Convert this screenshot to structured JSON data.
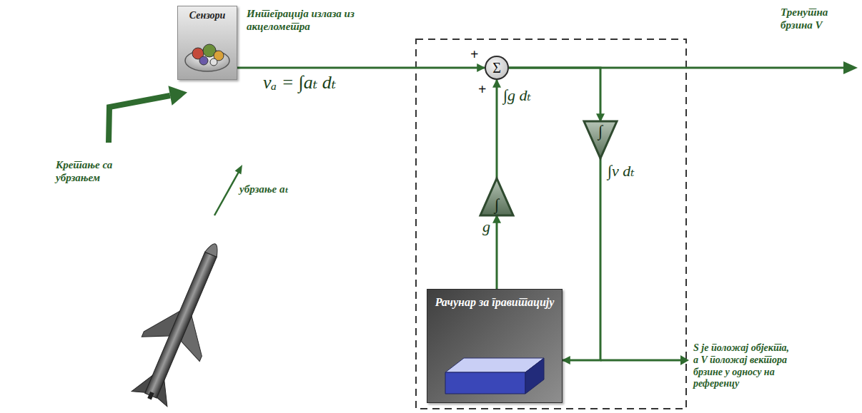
{
  "diagram": {
    "nodes": [
      {
        "text": [
          "Сензори"
        ]
      },
      {
        "text": [
          "Σ"
        ]
      },
      {
        "text": [
          "∫"
        ]
      },
      {
        "text": [
          "∫"
        ]
      },
      {
        "text": [
          "Рачунар за гравитацију"
        ]
      }
    ],
    "edges": [
      {
        "from": 0,
        "to": 1,
        "arrow": "to"
      },
      {
        "from": 2,
        "to": 1,
        "label": "∫g dₜ",
        "arrow": "to"
      },
      {
        "from": 4,
        "to": 2,
        "label": "g",
        "arrow": "to"
      },
      {
        "from": 1,
        "to": 3,
        "arrow": "to"
      },
      {
        "from": 3,
        "to": 4,
        "label": "∫v dₜ",
        "arrow": "to"
      }
    ],
    "labels": [
      "Интеграција излаза из акцелометра",
      "vₐ = ∫aₜ dₜ",
      "+",
      "+",
      "Тренутна брзина V",
      "S је положај објекта, а V положај вектора брзине у односу на референцу",
      "Кретање са убрзањем",
      "убрзање aₜ"
    ]
  }
}
